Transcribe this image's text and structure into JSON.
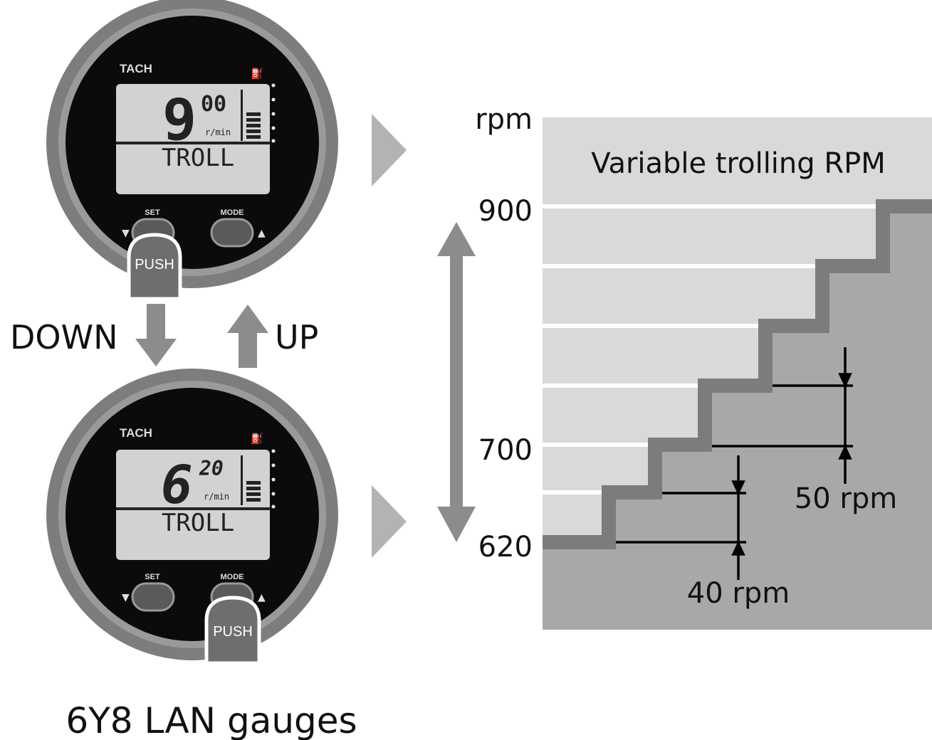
{
  "gauges": {
    "caption": "6Y8 LAN gauges",
    "top": {
      "brand": "TACH",
      "rpm_big": "9",
      "rpm_small": "00",
      "unit": "r/min",
      "mode_text": "TROLL",
      "set_label": "SET",
      "mode_label": "MODE",
      "push_label": "PUSH"
    },
    "bottom": {
      "brand": "TACH",
      "rpm_big": "6",
      "rpm_small": "20",
      "unit": "r/min",
      "mode_text": "TROLL",
      "set_label": "SET",
      "mode_label": "MODE",
      "push_label": "PUSH"
    },
    "down_label": "DOWN",
    "up_label": "UP"
  },
  "chart": {
    "title": "Variable trolling RPM",
    "axis_unit": "rpm",
    "tick_900": "900",
    "tick_700": "700",
    "tick_620": "620",
    "step_large": "50 rpm",
    "step_small": "40 rpm"
  },
  "colors": {
    "gauge_bezel": "#7d7d7d",
    "gauge_face": "#0b0b0b",
    "lcd": "#d2d2d2",
    "chart_bg": "#d9d9d9",
    "stair_fill": "#a8a8a8",
    "stair_edge": "#7c7c7c",
    "arrow": "#8c8c8c"
  }
}
